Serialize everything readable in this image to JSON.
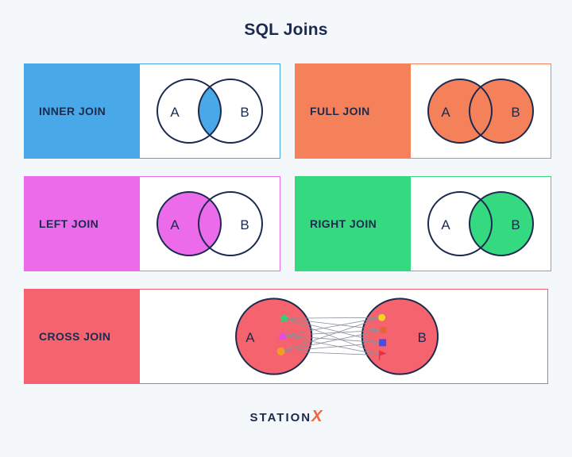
{
  "page": {
    "title": "SQL Joins",
    "background": "#F5F8FB",
    "text_color": "#1B2A4E"
  },
  "cards": [
    {
      "label": "INNER JOIN",
      "color": "#49A8E8",
      "type": "inner"
    },
    {
      "label": "FULL JOIN",
      "color": "#F5815B",
      "type": "full"
    },
    {
      "label": "LEFT JOIN",
      "color": "#EB6BEB",
      "type": "left"
    },
    {
      "label": "RIGHT JOIN",
      "color": "#35D97F",
      "type": "right"
    },
    {
      "label": "CROSS JOIN",
      "color": "#F5646E",
      "type": "cross"
    }
  ],
  "venn": {
    "left_label": "A",
    "right_label": "B"
  },
  "cross": {
    "left_label": "A",
    "right_label": "B",
    "circle_fill": "#F5646E",
    "line_color": "#8A8F98",
    "markers_a": [
      {
        "shape": "star",
        "color": "#2ED573"
      },
      {
        "shape": "triangle",
        "color": "#E84AE8"
      },
      {
        "shape": "circle",
        "color": "#F59B23"
      }
    ],
    "markers_b": [
      {
        "shape": "circle",
        "color": "#F5D327"
      },
      {
        "shape": "circle",
        "color": "#E8633C"
      },
      {
        "shape": "square",
        "color": "#4A4AE8"
      },
      {
        "shape": "flag",
        "color": "#E8333C"
      }
    ]
  },
  "footer": {
    "brand": "STATION",
    "brand_x": "X",
    "x_color": "#F5623D"
  }
}
